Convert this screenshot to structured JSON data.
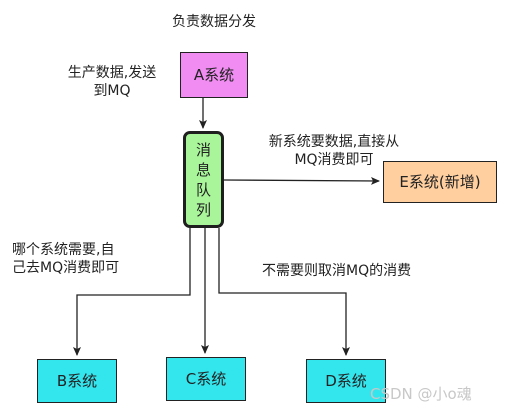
{
  "diagram": {
    "title": "负责数据分发",
    "nodes": {
      "a": "A系统",
      "mq": [
        "消",
        "息",
        "队",
        "列"
      ],
      "e": "E系统(新增)",
      "b": "B系统",
      "c": "C系统",
      "d": "D系统"
    },
    "labels": {
      "produce": "生产数据,发送\n到MQ",
      "new_system": "新系统要数据,直接从\nMQ消费即可",
      "each_system": "哪个系统需要,自\n己去MQ消费即可",
      "no_need": "不需要则取消MQ的消费"
    },
    "edges": [
      {
        "from": "A系统",
        "to": "消息队列"
      },
      {
        "from": "消息队列",
        "to": "E系统(新增)"
      },
      {
        "from": "消息队列",
        "to": "B系统"
      },
      {
        "from": "消息队列",
        "to": "C系统"
      },
      {
        "from": "消息队列",
        "to": "D系统"
      }
    ],
    "colors": {
      "a": "#f08cf2",
      "mq": "#a8f59a",
      "e": "#ffcfa0",
      "bcd": "#33e6ee"
    },
    "watermark": "CSDN @小o魂"
  }
}
